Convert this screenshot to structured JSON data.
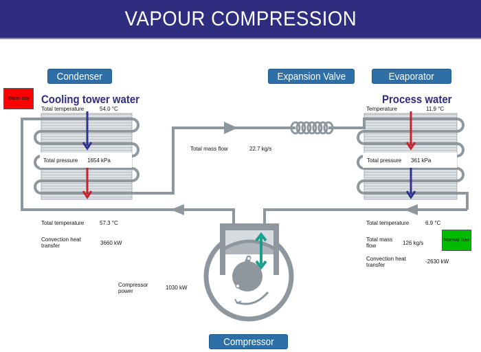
{
  "header": {
    "title": "VAPOUR COMPRESSION"
  },
  "components": {
    "condenser": "Condenser",
    "expansion_valve": "Expansion Valve",
    "evaporator": "Evaporator",
    "compressor": "Compressor"
  },
  "condenser": {
    "title": "Cooling tower water",
    "status_label": "Warm day",
    "status_color": "#ff0000",
    "inlet_temp_label": "Total temperature",
    "inlet_temp_value": "54.0 °C",
    "pressure_label": "Total pressure",
    "pressure_value": "1654 kPa",
    "outlet_temp_label": "Total temperature",
    "outlet_temp_value": "57.3 °C",
    "heat_label_1": "Convection heat",
    "heat_label_2": "transfer",
    "heat_value": "3660 kW"
  },
  "refrigerant": {
    "mass_flow_label": "Total mass flow",
    "mass_flow_value": "22.7 kg/s"
  },
  "evaporator": {
    "title": "Process water",
    "status_label": "Normal flow",
    "status_color": "#00bb00",
    "inlet_temp_label": "Temperature",
    "inlet_temp_value": "11.9 °C",
    "pressure_label": "Total pressure",
    "pressure_value": "361 kPa",
    "outlet_temp_label": "Total temperature",
    "outlet_temp_value": "6.9 °C",
    "mass_flow_label_1": "Total mass",
    "mass_flow_label_2": "flow",
    "mass_flow_value": "126 kg/s",
    "heat_label_1": "Convection heat",
    "heat_label_2": "transfer",
    "heat_value": "-2630 kW"
  },
  "compressor": {
    "power_label_1": "Compressor",
    "power_label_2": "power",
    "power_value": "1030 kW"
  },
  "colors": {
    "pipe": "#8e979e",
    "hot_arrow": "#c8202c",
    "cold_arrow": "#2e3192",
    "piston_arrow": "#1aa08c"
  }
}
